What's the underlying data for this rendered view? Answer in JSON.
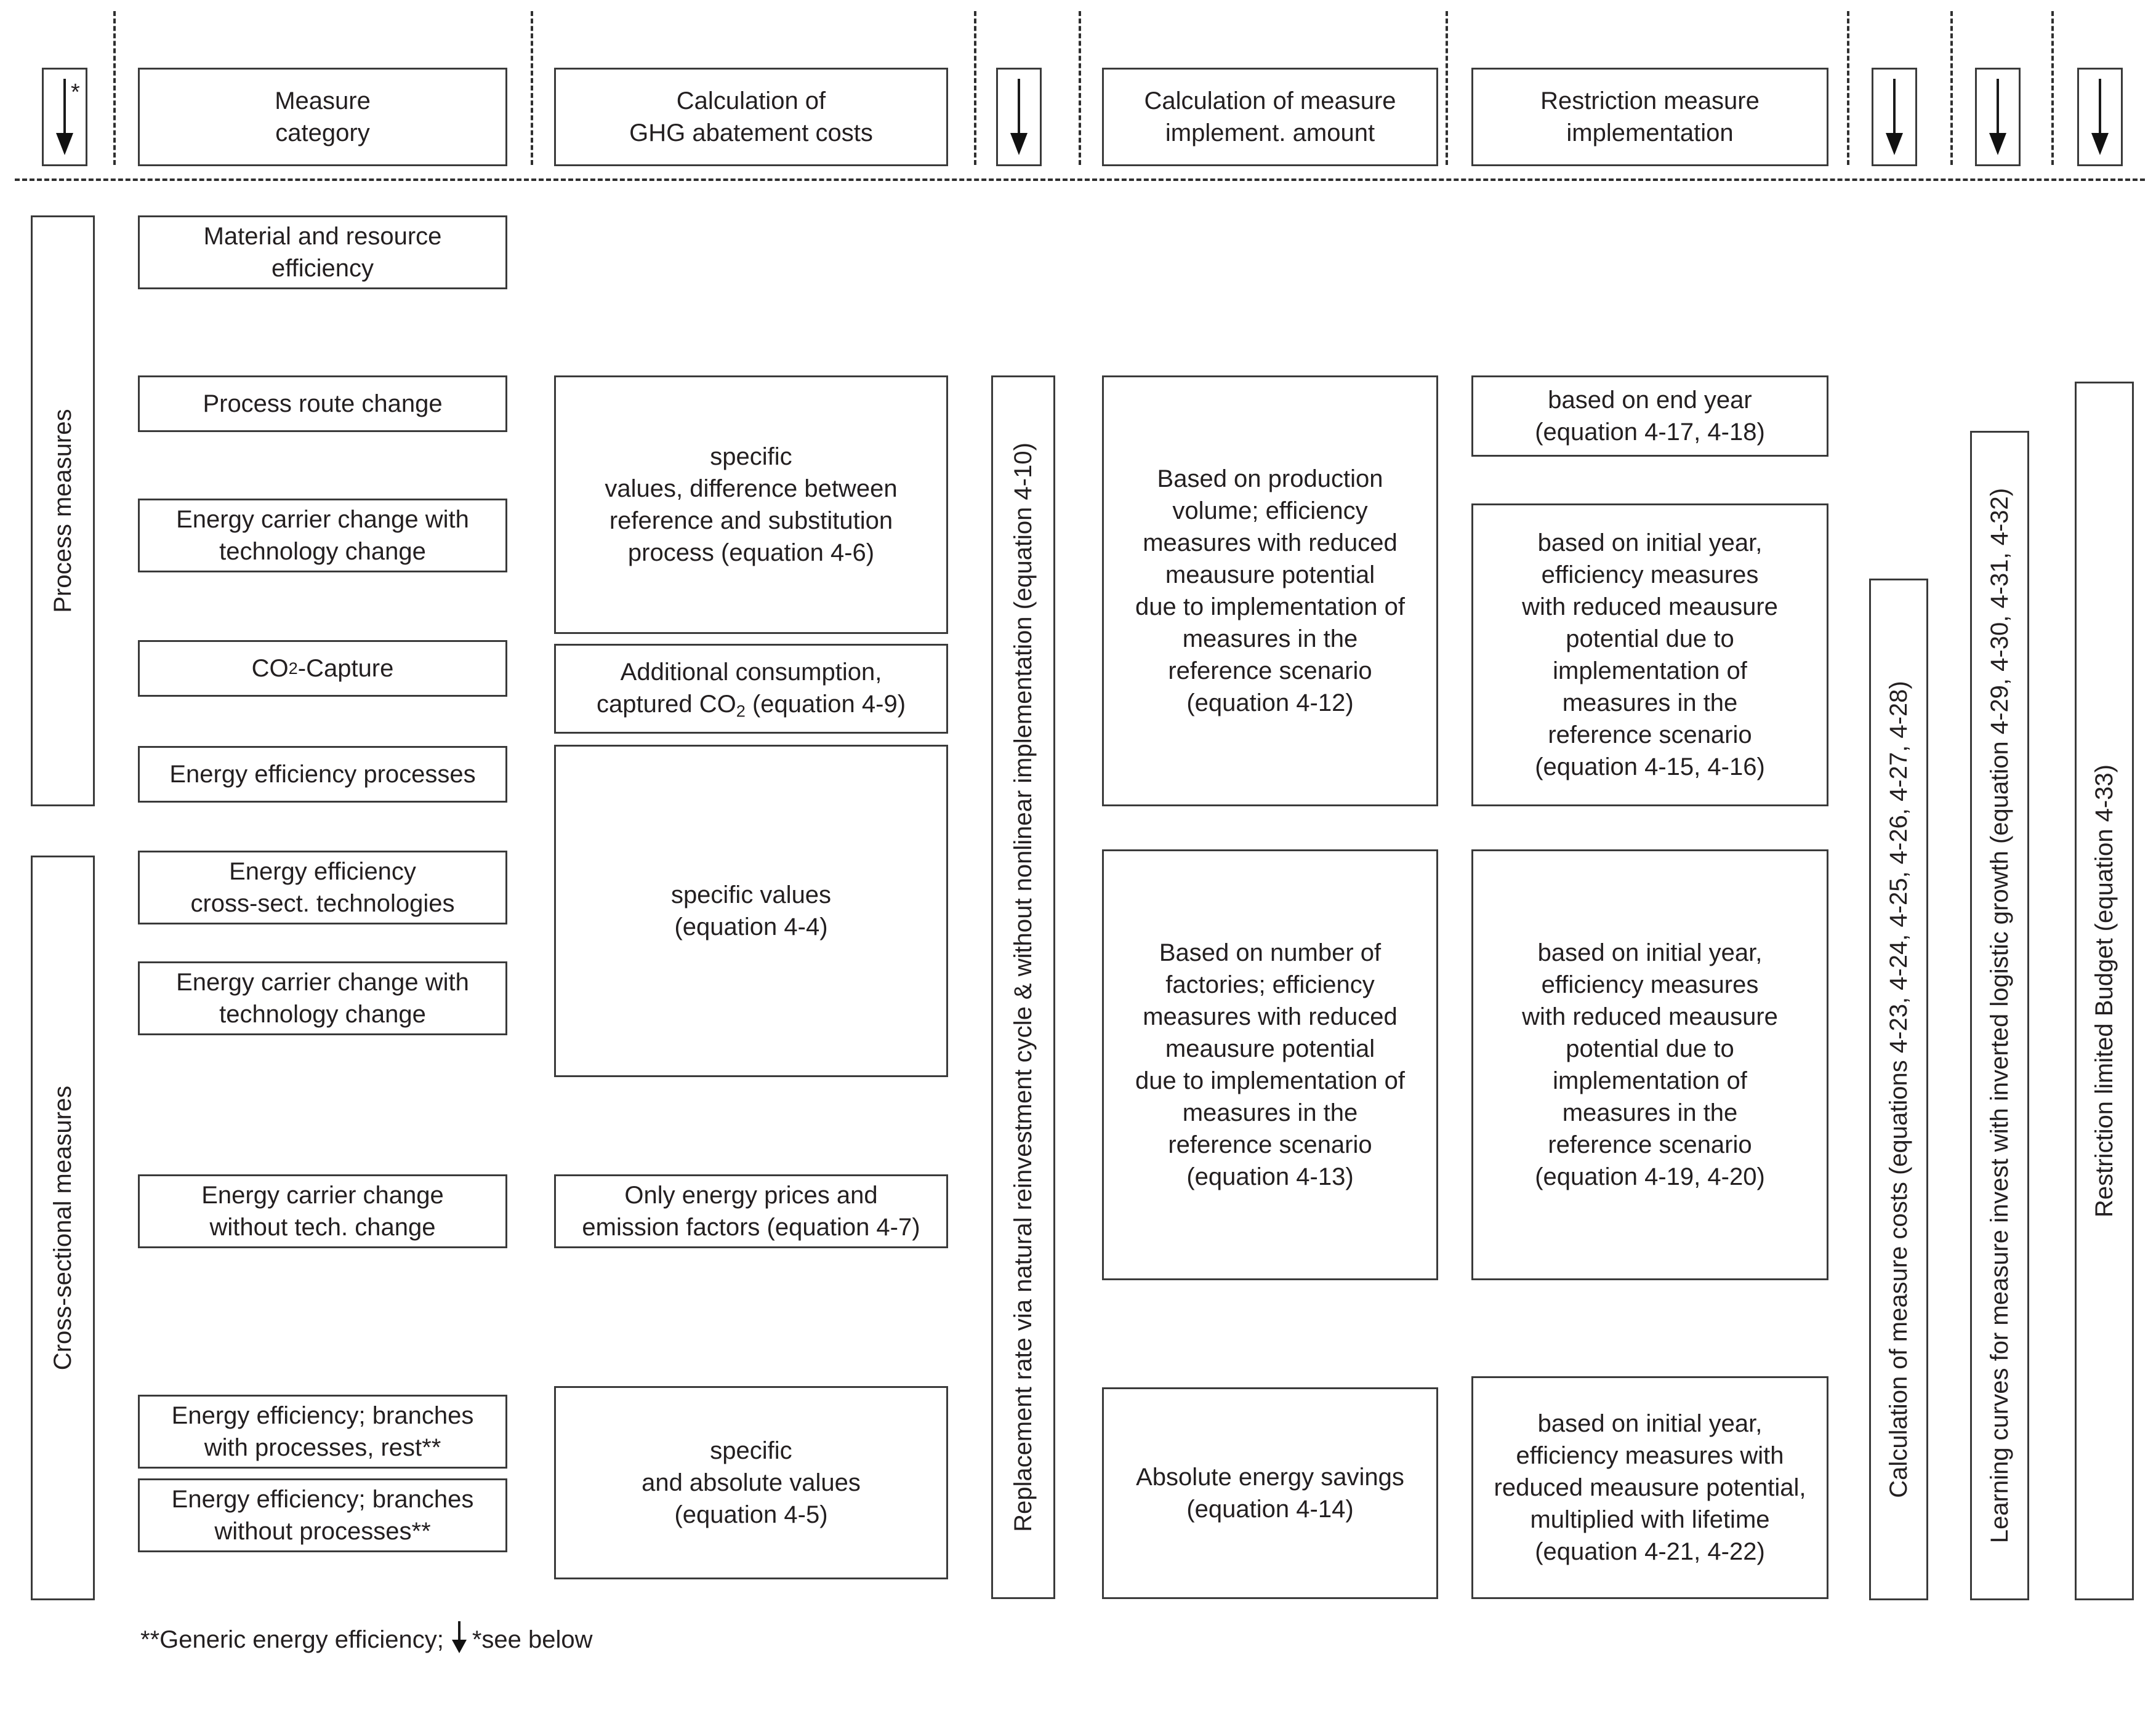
{
  "header": {
    "arrow_star": {
      "symbol": "↓",
      "note": "*"
    },
    "columns": [
      {
        "id": "measure-category",
        "label": "Measure\ncategory"
      },
      {
        "id": "ghg-abatement",
        "label": "Calculation of\nGHG abatement costs"
      },
      {
        "id": "arrow-2",
        "label": "↓"
      },
      {
        "id": "measure-amount",
        "label": "Calculation of measure\nimplement. amount"
      },
      {
        "id": "restriction-implementation",
        "label": "Restriction measure\nimplementation"
      },
      {
        "id": "arrow-3",
        "label": "↓"
      },
      {
        "id": "arrow-4",
        "label": "↓"
      },
      {
        "id": "arrow-5",
        "label": "↓"
      }
    ]
  },
  "group_labels": {
    "process": "Process measures",
    "cross_sectional": "Cross-sectional measures"
  },
  "measure_categories": [
    {
      "id": "material-resource-efficiency",
      "label": "Material and resource\nefficiency"
    },
    {
      "id": "process-route-change",
      "label": "Process route change"
    },
    {
      "id": "energy-carrier-change-with-tech-1",
      "label": "Energy carrier change with\ntechnology change"
    },
    {
      "id": "co2-capture",
      "label": "CO₂-Capture"
    },
    {
      "id": "energy-efficiency-processes",
      "label": "Energy efficiency processes"
    },
    {
      "id": "energy-efficiency-cross-sect",
      "label": "Energy efficiency\ncross-sect. technologies"
    },
    {
      "id": "energy-carrier-change-with-tech-2",
      "label": "Energy carrier change with\ntechnology change"
    },
    {
      "id": "energy-carrier-change-without-tech",
      "label": "Energy carrier change\nwithout tech. change"
    },
    {
      "id": "energy-efficiency-branches-with-processes",
      "label": "Energy efficiency; branches\nwith processes, rest**"
    },
    {
      "id": "energy-efficiency-branches-without-processes",
      "label": "Energy efficiency; branches\nwithout processes**"
    }
  ],
  "ghg_abatement_costs": [
    {
      "id": "specific-values-difference",
      "label": "specific\nvalues, difference between\nreference and substitution\nprocess (equation 4-6)"
    },
    {
      "id": "additional-consumption-captured-co2",
      "label": "Additional consumption,\ncaptured CO₂ (equation 4-9)"
    },
    {
      "id": "specific-values-eq-4-4",
      "label": "specific values\n(equation 4-4)"
    },
    {
      "id": "only-energy-prices",
      "label": "Only energy prices and\nemission factors (equation 4-7)"
    },
    {
      "id": "specific-and-absolute-values",
      "label": "specific\nand absolute values\n(equation 4-5)"
    }
  ],
  "replacement_rate": {
    "id": "replacement-rate",
    "label": "Replacement rate via natural reinvestment cycle & without nonlinear implementation (equation 4-10)"
  },
  "measure_implement_amount": [
    {
      "id": "based-on-production-volume",
      "label": "Based on production\nvolume; efficiency\nmeasures with reduced\nmeausure potential\ndue to implementation of\nmeasures in the\nreference scenario\n(equation 4-12)"
    },
    {
      "id": "based-on-number-of-factories",
      "label": "Based on number of\nfactories; efficiency\nmeasures with reduced\nmeausure potential\ndue to implementation of\nmeasures in the\nreference scenario\n(equation 4-13)"
    },
    {
      "id": "absolute-energy-savings",
      "label": "Absolute energy savings\n(equation 4-14)"
    }
  ],
  "restriction_measure_implementation": [
    {
      "id": "based-on-end-year",
      "label": "based on end year\n(equation 4-17, 4-18)"
    },
    {
      "id": "based-on-initial-year-4-15",
      "label": "based on initial year,\nefficiency measures\nwith reduced meausure\npotential due to\nimplementation of\nmeasures in the\nreference scenario\n(equation 4-15, 4-16)"
    },
    {
      "id": "based-on-initial-year-4-19",
      "label": "based on initial year,\nefficiency measures\nwith reduced meausure\npotential due to\nimplementation of\nmeasures in the\nreference scenario\n(equation 4-19, 4-20)"
    },
    {
      "id": "based-on-initial-year-4-21",
      "label": "based on initial year,\nefficiency measures with\nreduced meausure potential,\nmultiplied with lifetime\n(equation 4-21, 4-22)"
    }
  ],
  "right_vertical_columns": [
    {
      "id": "measure-costs",
      "label": "Calculation of measure costs (equations 4-23, 4-24, 4-25, 4-26, 4-27, 4-28)"
    },
    {
      "id": "learning-curves",
      "label": "Learning curves for measure invest with inverted logistic growth (equation 4-29, 4-30, 4-31, 4-32)"
    },
    {
      "id": "restriction-limited-budget",
      "label": "Restriction limited Budget (equation 4-33)"
    }
  ],
  "footnote": {
    "text_before": "**Generic energy efficiency;",
    "arrow": "↓",
    "text_after": "*see below"
  },
  "colors": {
    "border": "#3a3a3a",
    "text": "#231f20",
    "separator": "#2f2f2f",
    "background": "#ffffff"
  }
}
